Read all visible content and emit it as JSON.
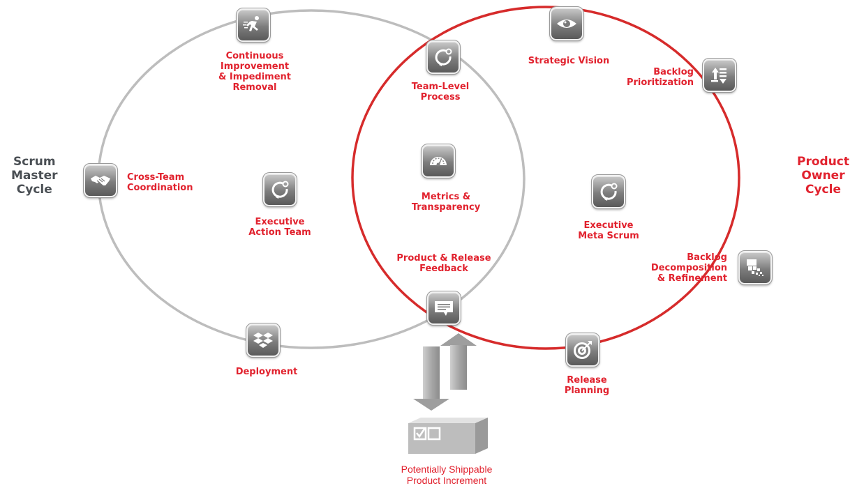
{
  "cycles": {
    "scrum_master": {
      "lines": [
        "Scrum",
        "Master",
        "Cycle"
      ],
      "color": "#4a4f54",
      "ring_color": "#bdbdbd"
    },
    "product_owner": {
      "lines": [
        "Product",
        "Owner",
        "Cycle"
      ],
      "color": "#e1222e",
      "ring_color": "#d62b2b"
    }
  },
  "nodes": {
    "continuous_improvement": {
      "lines": [
        "Continuous",
        "Improvement",
        "& Impediment",
        "Removal"
      ],
      "icon": "runner-icon"
    },
    "cross_team": {
      "lines": [
        "Cross-Team",
        "Coordination"
      ],
      "icon": "handshake-icon"
    },
    "executive_action": {
      "lines": [
        "Executive",
        "Action Team"
      ],
      "icon": "cycle-icon"
    },
    "deployment": {
      "lines": [
        "Deployment"
      ],
      "icon": "dropbox-icon"
    },
    "team_level": {
      "lines": [
        "Team-Level",
        "Process"
      ],
      "icon": "cycle-icon"
    },
    "metrics": {
      "lines": [
        "Metrics &",
        "Transparency"
      ],
      "icon": "gauge-icon"
    },
    "feedback": {
      "lines": [
        "Product & Release",
        "Feedback"
      ],
      "icon": "chat-icon"
    },
    "strategic_vision": {
      "lines": [
        "Strategic Vision"
      ],
      "icon": "eye-icon"
    },
    "backlog_prioritization": {
      "lines": [
        "Backlog",
        "Prioritization"
      ],
      "icon": "sort-icon"
    },
    "executive_meta": {
      "lines": [
        "Executive",
        "Meta Scrum"
      ],
      "icon": "cycle-icon"
    },
    "backlog_decomposition": {
      "lines": [
        "Backlog",
        "Decomposition",
        "& Refinement"
      ],
      "icon": "decompose-icon"
    },
    "release_planning": {
      "lines": [
        "Release",
        "Planning"
      ],
      "icon": "target-icon"
    }
  },
  "increment": {
    "lines": [
      "Potentially Shippable",
      "Product Increment"
    ],
    "icon": "box-icon"
  },
  "colors": {
    "accent": "#e1222e",
    "icon_gray": "#7d7d7d",
    "arrow_gray": "#a6a6a6"
  }
}
